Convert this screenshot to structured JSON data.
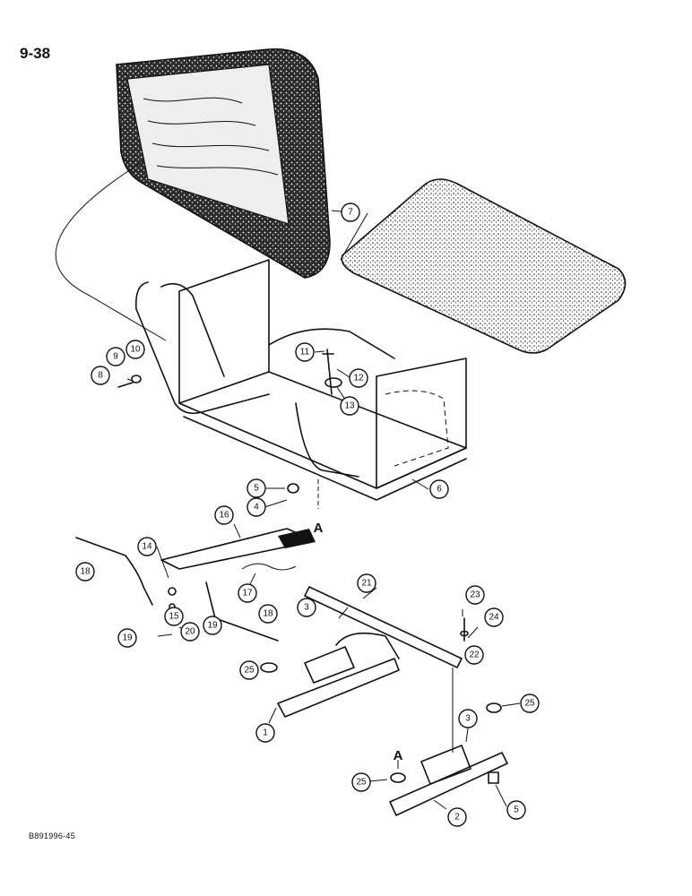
{
  "page": {
    "number": "9-38",
    "document_code": "B891996-45"
  },
  "view_labels": [
    "A",
    "A"
  ],
  "callouts": [
    "7",
    "9",
    "10",
    "8",
    "11",
    "12",
    "13",
    "6",
    "5",
    "4",
    "16",
    "14",
    "18",
    "17",
    "15",
    "19",
    "20",
    "19",
    "18",
    "21",
    "3",
    "23",
    "24",
    "22",
    "25",
    "1",
    "3",
    "25",
    "25",
    "2",
    "5"
  ]
}
